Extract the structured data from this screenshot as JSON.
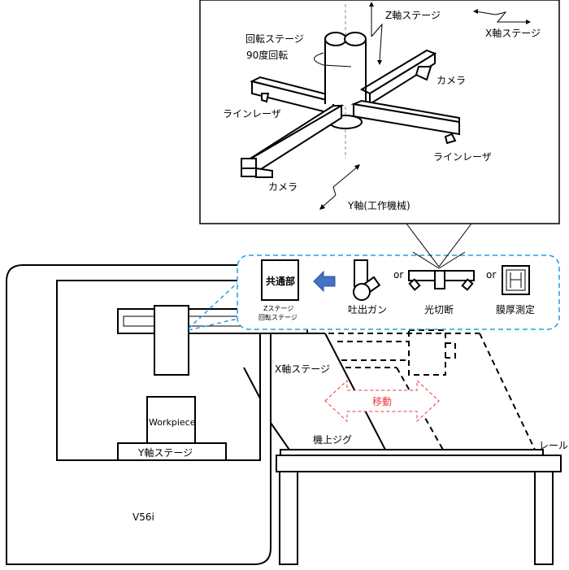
{
  "detail": {
    "z_stage": "Z軸ステージ",
    "x_stage": "X軸ステージ",
    "rotation_stage": "回転ステージ",
    "rotation_90": "90度回転",
    "camera_right": "カメラ",
    "camera_left": "カメラ",
    "line_laser_left": "ラインレーザ",
    "line_laser_right": "ラインレーザ",
    "y_axis": "Y軸(工作機械)"
  },
  "tools": {
    "common": "共通部",
    "common_caption_1": "Zステージ",
    "common_caption_2": "回転ステージ",
    "dispenser": "吐出ガン",
    "light_section": "光切断",
    "film_thickness": "膜厚測定",
    "or_1": "or",
    "or_2": "or"
  },
  "machine": {
    "x_stage": "X軸ステージ",
    "workpiece": "Workpiece",
    "y_stage": "Y軸ステージ",
    "model": "V56i",
    "jig": "機上ジグ",
    "rail": "レール",
    "move": "移動"
  },
  "colors": {
    "accent_blue": "#4472C4",
    "dash_blue": "#1FA0E0",
    "move_red": "#E8383D"
  }
}
